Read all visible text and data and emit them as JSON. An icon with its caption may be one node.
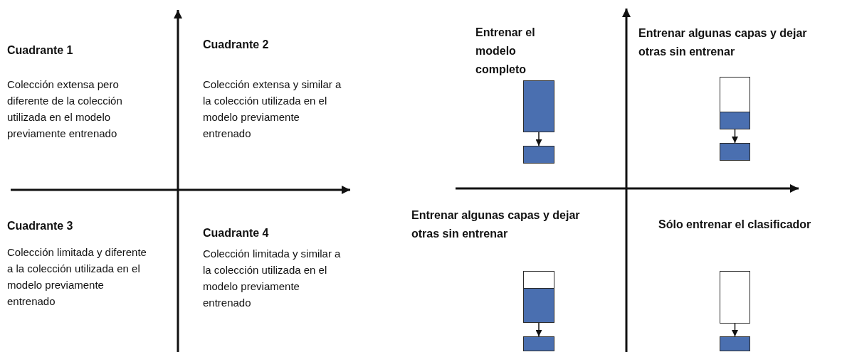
{
  "diagram": {
    "nodes": [
      {
        "text": [],
        "shape": "box"
      },
      {
        "text": [],
        "shape": "box"
      },
      {
        "text": [],
        "shape": "box"
      },
      {
        "text": [],
        "shape": "box"
      },
      {
        "text": [],
        "shape": "box"
      },
      {
        "text": [],
        "shape": "box"
      },
      {
        "text": [],
        "shape": "box"
      },
      {
        "text": [],
        "shape": "box"
      },
      {
        "text": [],
        "shape": "box"
      },
      {
        "text": [],
        "shape": "box"
      }
    ],
    "edges": [
      {
        "from": 0,
        "to": 1,
        "arrow": "to"
      },
      {
        "from": 3,
        "to": 4,
        "arrow": "to"
      },
      {
        "from": 6,
        "to": 7,
        "arrow": "to"
      },
      {
        "from": 8,
        "to": 9,
        "arrow": "to"
      }
    ],
    "labels": [
      "Cuadrante 1",
      "Colección extensa pero diferente de la colección utilizada en el modelo previamente entrenado",
      "Cuadrante 2",
      "Colección extensa y similar a la colección utilizada en el modelo previamente entrenado",
      "Entrenar el modelo completo",
      "Entrenar algunas capas y dejar otras sin entrenar",
      "Cuadrante 3",
      "Colección limitada y diferente a la colección utilizada en el modelo previamente entrenado",
      "Cuadrante 4",
      "Colección limitada y similar a la colección utilizada en el modelo previamente entrenado",
      "Entrenar algunas capas y dejar otras sin entrenar",
      "Sólo entrenar el clasificador"
    ]
  }
}
